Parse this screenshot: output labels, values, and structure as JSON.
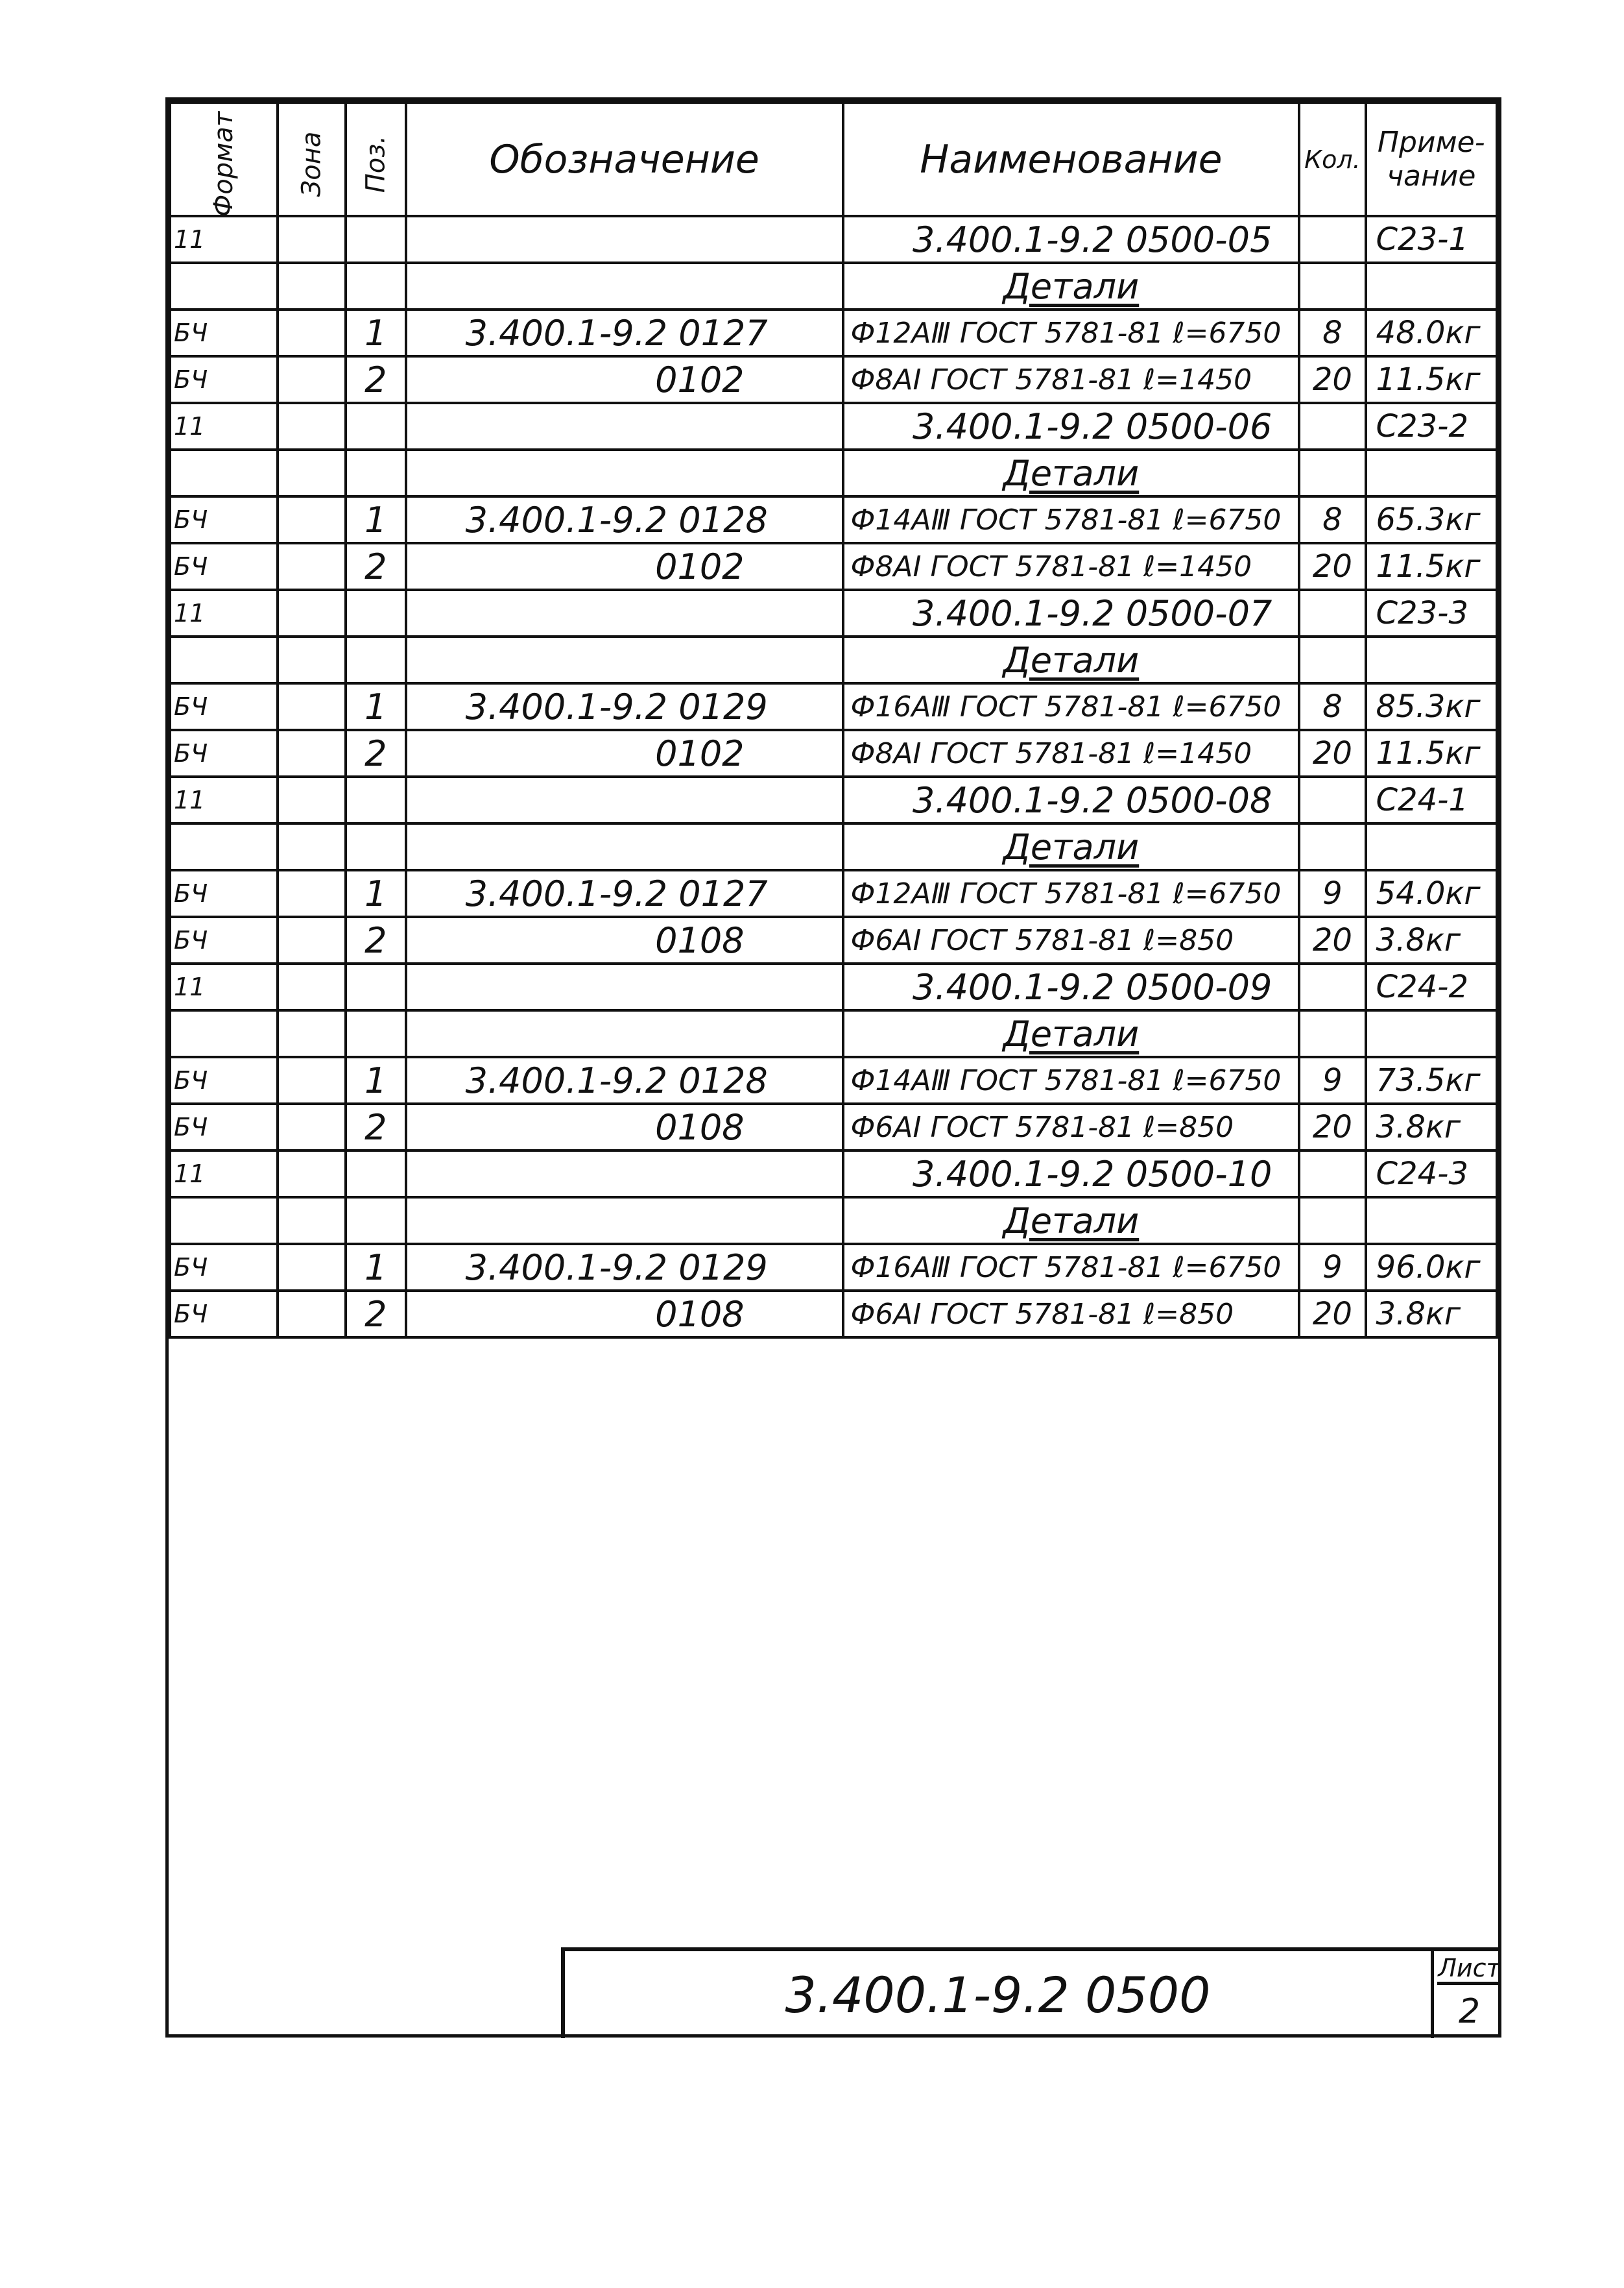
{
  "header": {
    "format": "Формат",
    "zone": "Зона",
    "pos": "Поз.",
    "designation": "Обозначение",
    "name": "Наименование",
    "qty": "Кол.",
    "note": "Приме-\nчание"
  },
  "rows": [
    {
      "fmt": "11",
      "pos": "",
      "des": "",
      "name": "3.400.1-9.2 0500-05",
      "qty": "",
      "note": "С23-1",
      "kind": "doc"
    },
    {
      "fmt": "",
      "pos": "",
      "des": "",
      "name": "Детали",
      "qty": "",
      "note": "",
      "kind": "section"
    },
    {
      "fmt": "БЧ",
      "pos": "1",
      "des": "3.400.1-9.2 0127",
      "name": "Ф12АⅢ ГОСТ 5781-81 ℓ=6750",
      "qty": "8",
      "note": "48.0кг",
      "kind": "item"
    },
    {
      "fmt": "БЧ",
      "pos": "2",
      "des": "0102",
      "name": "Ф8АⅠ ГОСТ 5781-81 ℓ=1450",
      "qty": "20",
      "note": "11.5кг",
      "kind": "short"
    },
    {
      "fmt": "11",
      "pos": "",
      "des": "",
      "name": "3.400.1-9.2 0500-06",
      "qty": "",
      "note": "С23-2",
      "kind": "doc"
    },
    {
      "fmt": "",
      "pos": "",
      "des": "",
      "name": "Детали",
      "qty": "",
      "note": "",
      "kind": "section"
    },
    {
      "fmt": "БЧ",
      "pos": "1",
      "des": "3.400.1-9.2 0128",
      "name": "Ф14АⅢ ГОСТ 5781-81 ℓ=6750",
      "qty": "8",
      "note": "65.3кг",
      "kind": "item"
    },
    {
      "fmt": "БЧ",
      "pos": "2",
      "des": "0102",
      "name": "Ф8АⅠ ГОСТ 5781-81 ℓ=1450",
      "qty": "20",
      "note": "11.5кг",
      "kind": "short"
    },
    {
      "fmt": "11",
      "pos": "",
      "des": "",
      "name": "3.400.1-9.2 0500-07",
      "qty": "",
      "note": "С23-3",
      "kind": "doc"
    },
    {
      "fmt": "",
      "pos": "",
      "des": "",
      "name": "Детали",
      "qty": "",
      "note": "",
      "kind": "section"
    },
    {
      "fmt": "БЧ",
      "pos": "1",
      "des": "3.400.1-9.2 0129",
      "name": "Ф16АⅢ ГОСТ 5781-81 ℓ=6750",
      "qty": "8",
      "note": "85.3кг",
      "kind": "item"
    },
    {
      "fmt": "БЧ",
      "pos": "2",
      "des": "0102",
      "name": "Ф8АⅠ ГОСТ 5781-81 ℓ=1450",
      "qty": "20",
      "note": "11.5кг",
      "kind": "short"
    },
    {
      "fmt": "11",
      "pos": "",
      "des": "",
      "name": "3.400.1-9.2 0500-08",
      "qty": "",
      "note": "С24-1",
      "kind": "doc"
    },
    {
      "fmt": "",
      "pos": "",
      "des": "",
      "name": "Детали",
      "qty": "",
      "note": "",
      "kind": "section"
    },
    {
      "fmt": "БЧ",
      "pos": "1",
      "des": "3.400.1-9.2 0127",
      "name": "Ф12АⅢ ГОСТ 5781-81 ℓ=6750",
      "qty": "9",
      "note": "54.0кг",
      "kind": "item"
    },
    {
      "fmt": "БЧ",
      "pos": "2",
      "des": "0108",
      "name": "Ф6АⅠ ГОСТ 5781-81 ℓ=850",
      "qty": "20",
      "note": "3.8кг",
      "kind": "short"
    },
    {
      "fmt": "11",
      "pos": "",
      "des": "",
      "name": "3.400.1-9.2 0500-09",
      "qty": "",
      "note": "С24-2",
      "kind": "doc"
    },
    {
      "fmt": "",
      "pos": "",
      "des": "",
      "name": "Детали",
      "qty": "",
      "note": "",
      "kind": "section"
    },
    {
      "fmt": "БЧ",
      "pos": "1",
      "des": "3.400.1-9.2 0128",
      "name": "Ф14АⅢ ГОСТ 5781-81 ℓ=6750",
      "qty": "9",
      "note": "73.5кг",
      "kind": "item"
    },
    {
      "fmt": "БЧ",
      "pos": "2",
      "des": "0108",
      "name": "Ф6АⅠ ГОСТ 5781-81 ℓ=850",
      "qty": "20",
      "note": "3.8кг",
      "kind": "short"
    },
    {
      "fmt": "11",
      "pos": "",
      "des": "",
      "name": "3.400.1-9.2 0500-10",
      "qty": "",
      "note": "С24-3",
      "kind": "doc"
    },
    {
      "fmt": "",
      "pos": "",
      "des": "",
      "name": "Детали",
      "qty": "",
      "note": "",
      "kind": "section"
    },
    {
      "fmt": "БЧ",
      "pos": "1",
      "des": "3.400.1-9.2 0129",
      "name": "Ф16АⅢ ГОСТ 5781-81 ℓ=6750",
      "qty": "9",
      "note": "96.0кг",
      "kind": "item"
    },
    {
      "fmt": "БЧ",
      "pos": "2",
      "des": "0108",
      "name": "Ф6АⅠ ГОСТ 5781-81 ℓ=850",
      "qty": "20",
      "note": "3.8кг",
      "kind": "short"
    }
  ],
  "title_block": {
    "code": "3.400.1-9.2 0500",
    "sheet_label": "Лист",
    "sheet_number": "2"
  }
}
